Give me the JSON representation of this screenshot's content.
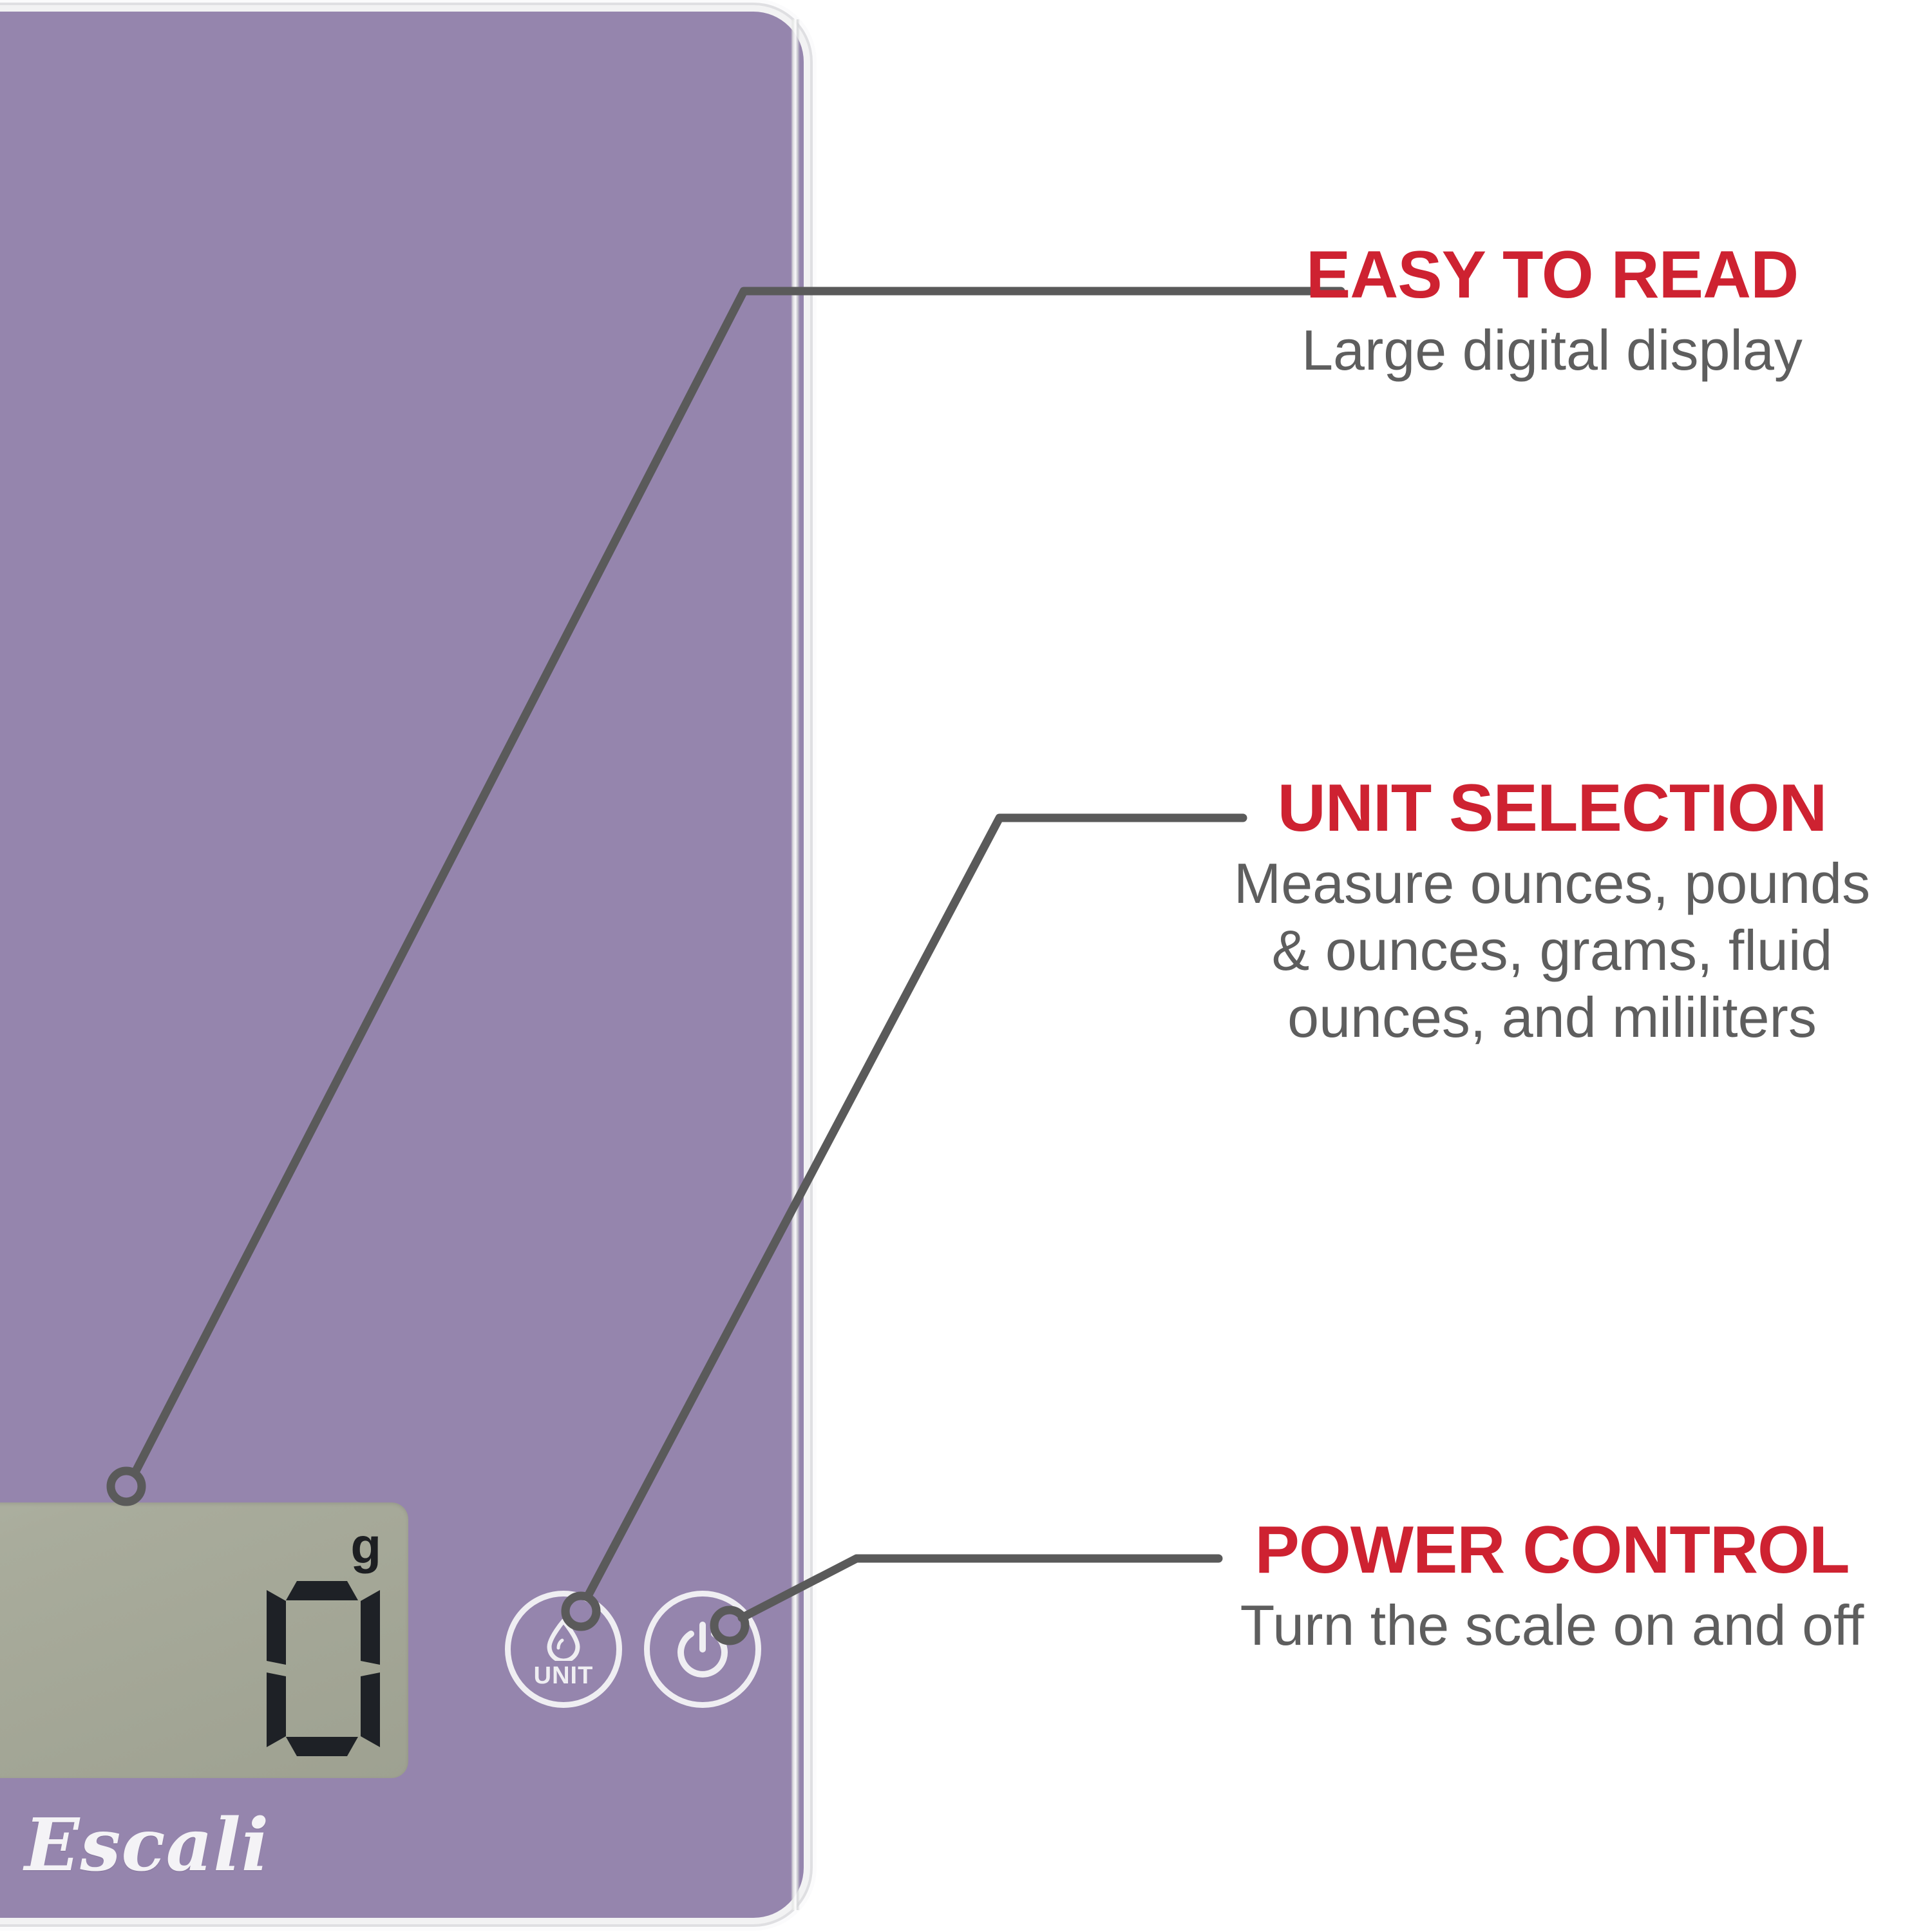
{
  "product": {
    "brand_logo": "Escali",
    "platform_color": "#9585ad",
    "lcd": {
      "unit_indicator": "g",
      "reading": "0"
    },
    "buttons": [
      {
        "name": "unit",
        "label": "UNIT",
        "icon": "water-drop-icon"
      },
      {
        "name": "power",
        "label": "",
        "icon": "power-icon"
      }
    ]
  },
  "theme": {
    "accent_red": "#CE2231",
    "body_gray": "#5E5E5E",
    "leader_gray": "#5A5A5A",
    "background": "#FFFFFF"
  },
  "callouts": [
    {
      "id": "easy-to-read",
      "title": "EASY TO READ",
      "body": "Large digital display"
    },
    {
      "id": "unit-selection",
      "title": "UNIT SELECTION",
      "body_lines": [
        "Measure ounces, pounds",
        "& ounces, grams, fluid",
        "ounces, and mililiters"
      ]
    },
    {
      "id": "power-control",
      "title": "POWER CONTROL",
      "body": "Turn the scale on and off"
    }
  ]
}
